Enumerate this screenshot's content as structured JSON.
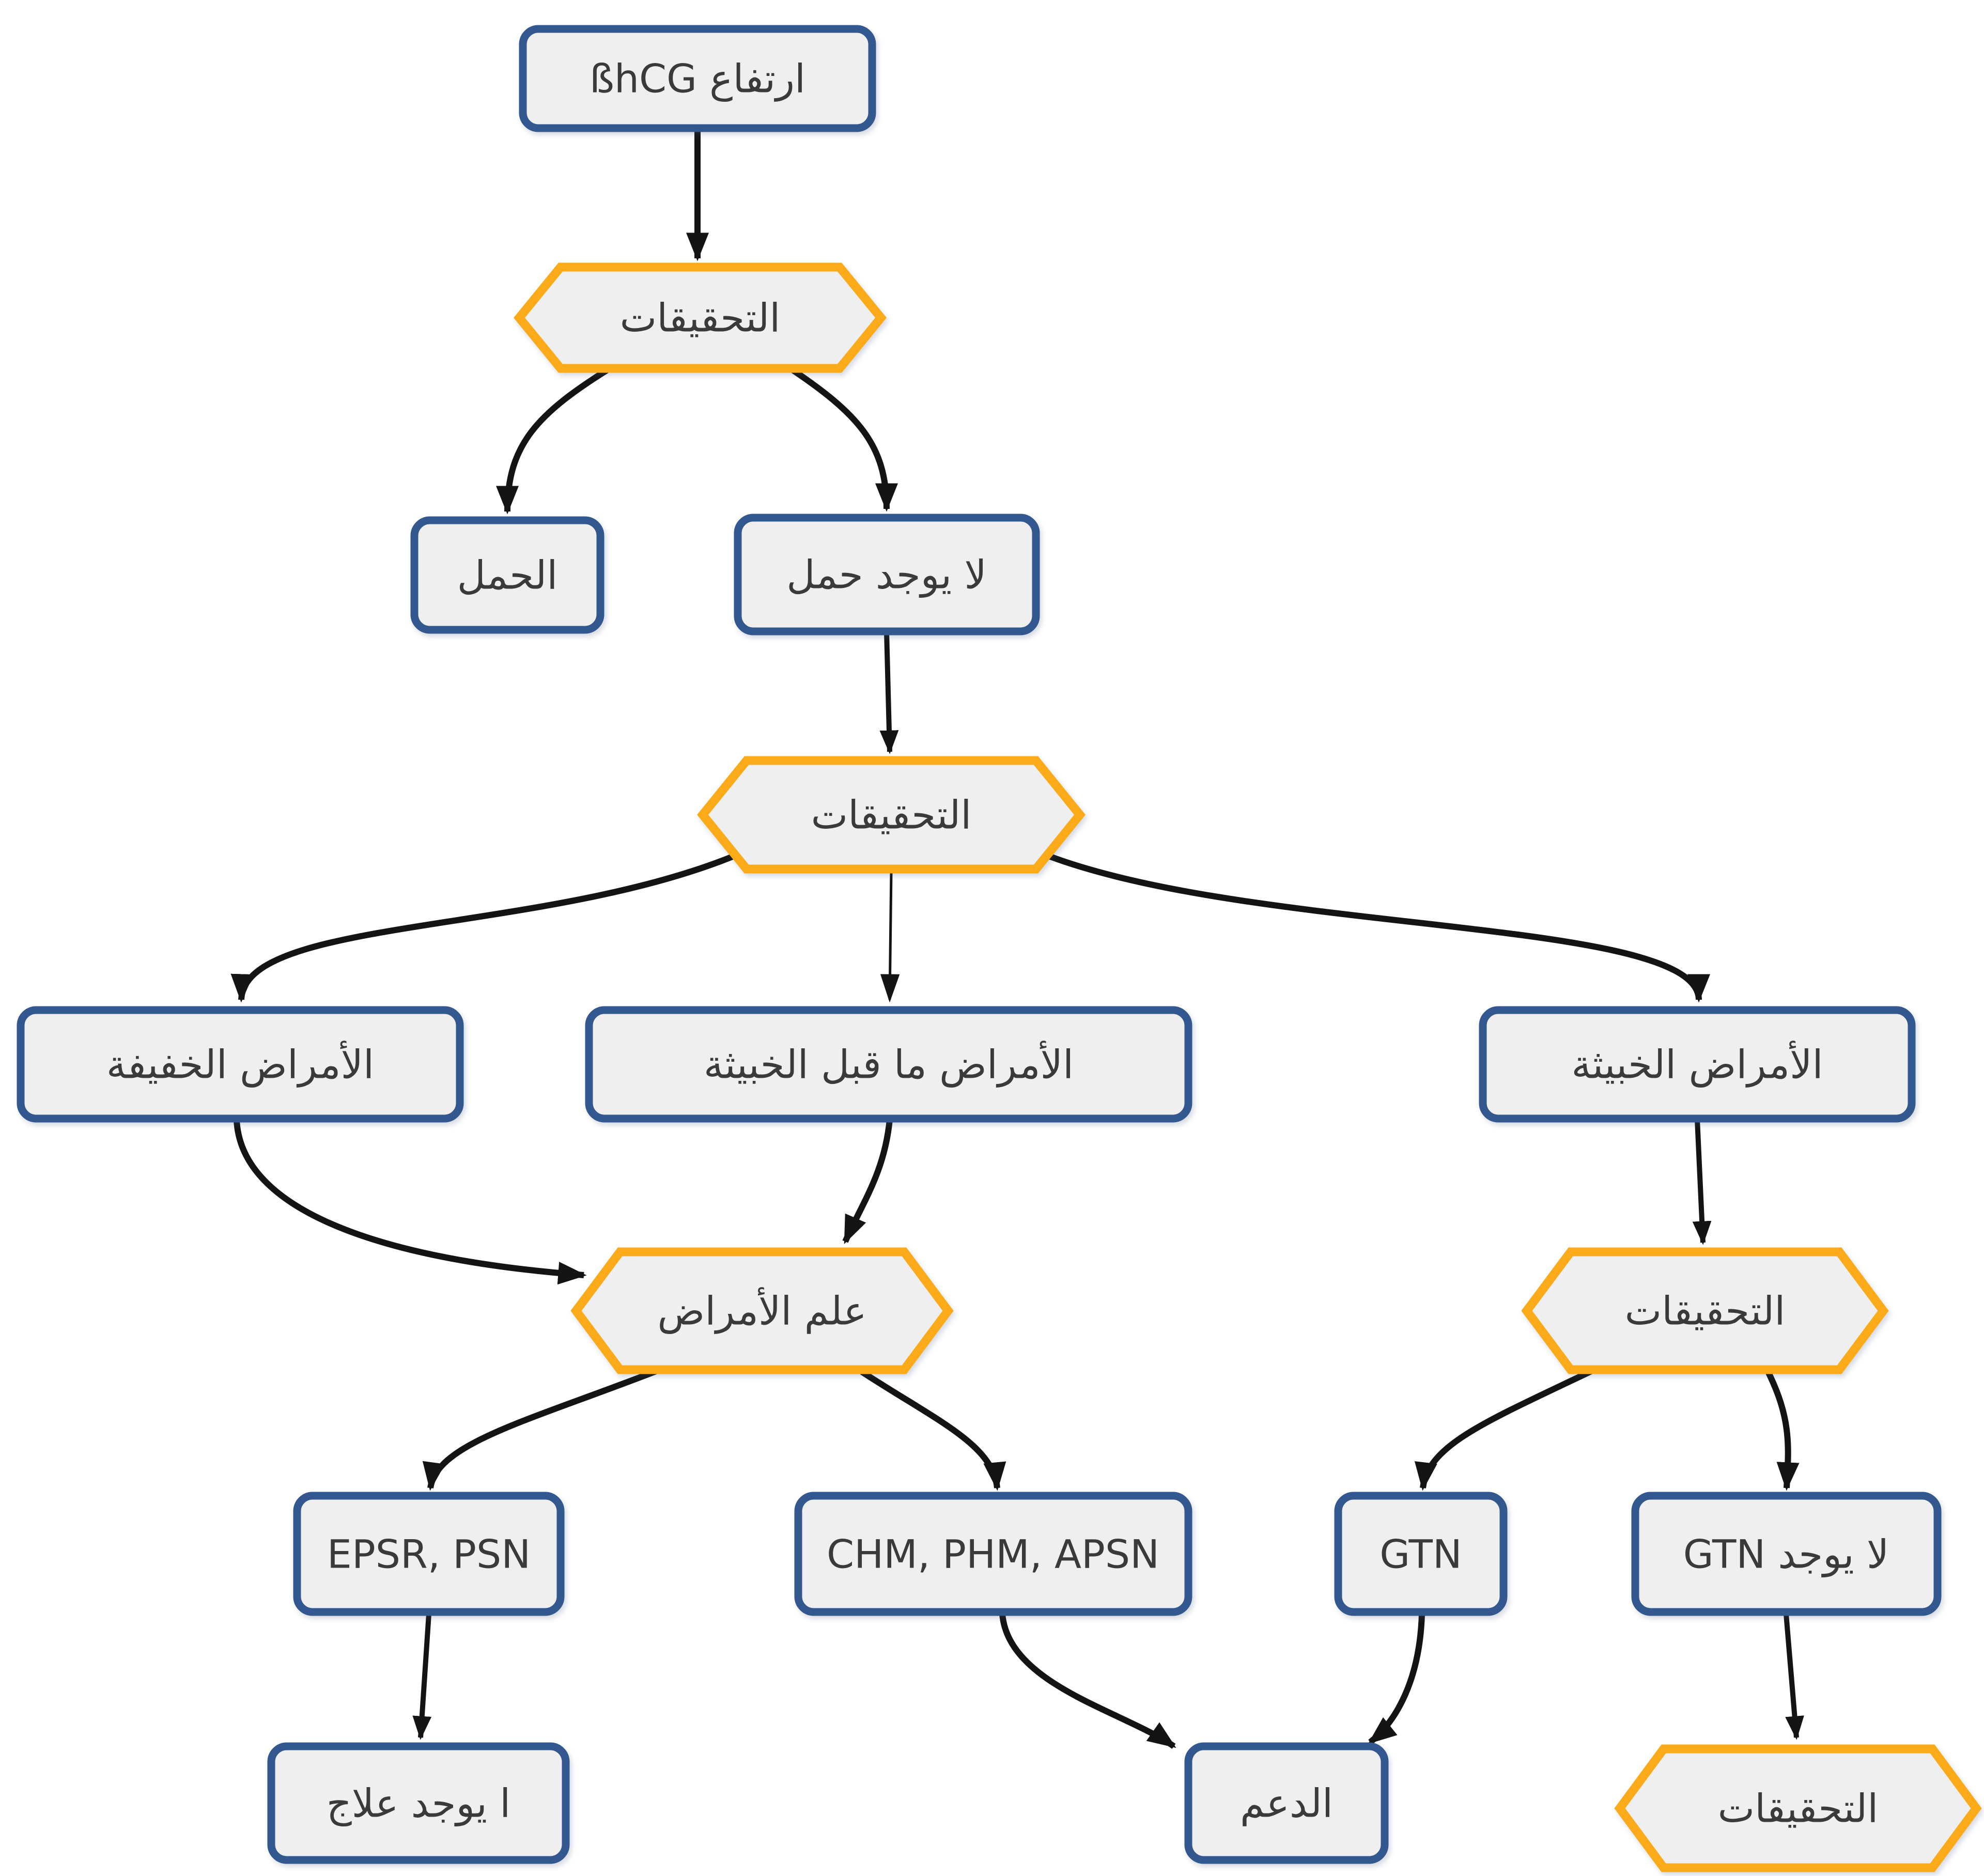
{
  "diagram": {
    "title": "Elevated ßhCG flowchart",
    "background_color": "#ffffff",
    "colors": {
      "rect_node_border": "#33588f",
      "hexagon_node_border": "#fbaa19",
      "node_fill": "#efefef",
      "edge_color": "#141414",
      "text_color": "#3a3a3a"
    },
    "nodes": {
      "elevated_bhcg": {
        "label": "ارتفاع ßhCG",
        "shape": "rect"
      },
      "investigations_1": {
        "label": "التحقيقات",
        "shape": "hexagon"
      },
      "pregnancy": {
        "label": "الحمل",
        "shape": "rect"
      },
      "no_pregnancy": {
        "label": "لا يوجد حمل",
        "shape": "rect"
      },
      "investigations_2": {
        "label": "التحقيقات",
        "shape": "hexagon"
      },
      "mild_diseases": {
        "label": "الأمراض الخفيفة",
        "shape": "rect"
      },
      "premalignant_diseases": {
        "label": "الأمراض ما قبل الخبيثة",
        "shape": "rect"
      },
      "malignant_diseases": {
        "label": "الأمراض الخبيثة",
        "shape": "rect"
      },
      "pathology": {
        "label": "علم الأمراض",
        "shape": "hexagon"
      },
      "investigations_3": {
        "label": "التحقيقات",
        "shape": "hexagon"
      },
      "epsr_psn": {
        "label": "EPSR, PSN",
        "shape": "rect"
      },
      "chm_phm_apsn": {
        "label": "CHM, PHM, APSN",
        "shape": "rect"
      },
      "gtn": {
        "label": "GTN",
        "shape": "rect"
      },
      "no_gtn": {
        "label": "لا يوجد GTN",
        "shape": "rect"
      },
      "treatment_exists": {
        "label": "ا يوجد علاج",
        "shape": "rect"
      },
      "support": {
        "label": "الدعم",
        "shape": "rect"
      },
      "investigations_4": {
        "label": "التحقيقات",
        "shape": "hexagon"
      }
    },
    "edges": [
      {
        "from": "elevated_bhcg",
        "to": "investigations_1"
      },
      {
        "from": "investigations_1",
        "to": "pregnancy"
      },
      {
        "from": "investigations_1",
        "to": "no_pregnancy"
      },
      {
        "from": "no_pregnancy",
        "to": "investigations_2"
      },
      {
        "from": "investigations_2",
        "to": "mild_diseases"
      },
      {
        "from": "investigations_2",
        "to": "premalignant_diseases"
      },
      {
        "from": "investigations_2",
        "to": "malignant_diseases"
      },
      {
        "from": "mild_diseases",
        "to": "pathology"
      },
      {
        "from": "premalignant_diseases",
        "to": "pathology"
      },
      {
        "from": "malignant_diseases",
        "to": "investigations_3"
      },
      {
        "from": "pathology",
        "to": "epsr_psn"
      },
      {
        "from": "pathology",
        "to": "chm_phm_apsn"
      },
      {
        "from": "investigations_3",
        "to": "gtn"
      },
      {
        "from": "investigations_3",
        "to": "no_gtn"
      },
      {
        "from": "epsr_psn",
        "to": "treatment_exists"
      },
      {
        "from": "chm_phm_apsn",
        "to": "support"
      },
      {
        "from": "gtn",
        "to": "support"
      },
      {
        "from": "no_gtn",
        "to": "investigations_4"
      }
    ]
  }
}
